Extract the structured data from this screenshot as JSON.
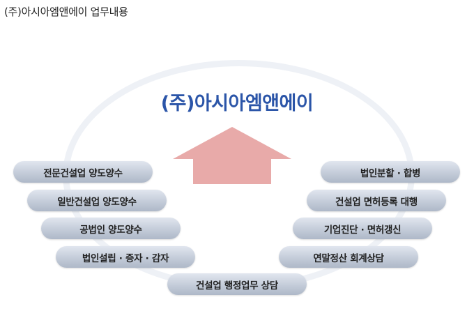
{
  "page_title": "(주)아시아엠앤에이 업무내용",
  "company_name": "(주)아시아엠앤에이",
  "colors": {
    "company_text": "#2b55a8",
    "arrow_fill": "#e8aaa9",
    "pill_base": "#c4ccd9",
    "ring": "#eef1f6"
  },
  "left_items": [
    "전문건설업 양도양수",
    "일반건설업 양도양수",
    "공법인 양도양수",
    "법인설립 · 증자 · 감자"
  ],
  "right_items": [
    "법인분할 · 합병",
    "건설업 면허등록 대행",
    "기업진단 · 면허갱신",
    "연말정산 회계상담"
  ],
  "bottom_item": "건설업 행정업무 상담"
}
